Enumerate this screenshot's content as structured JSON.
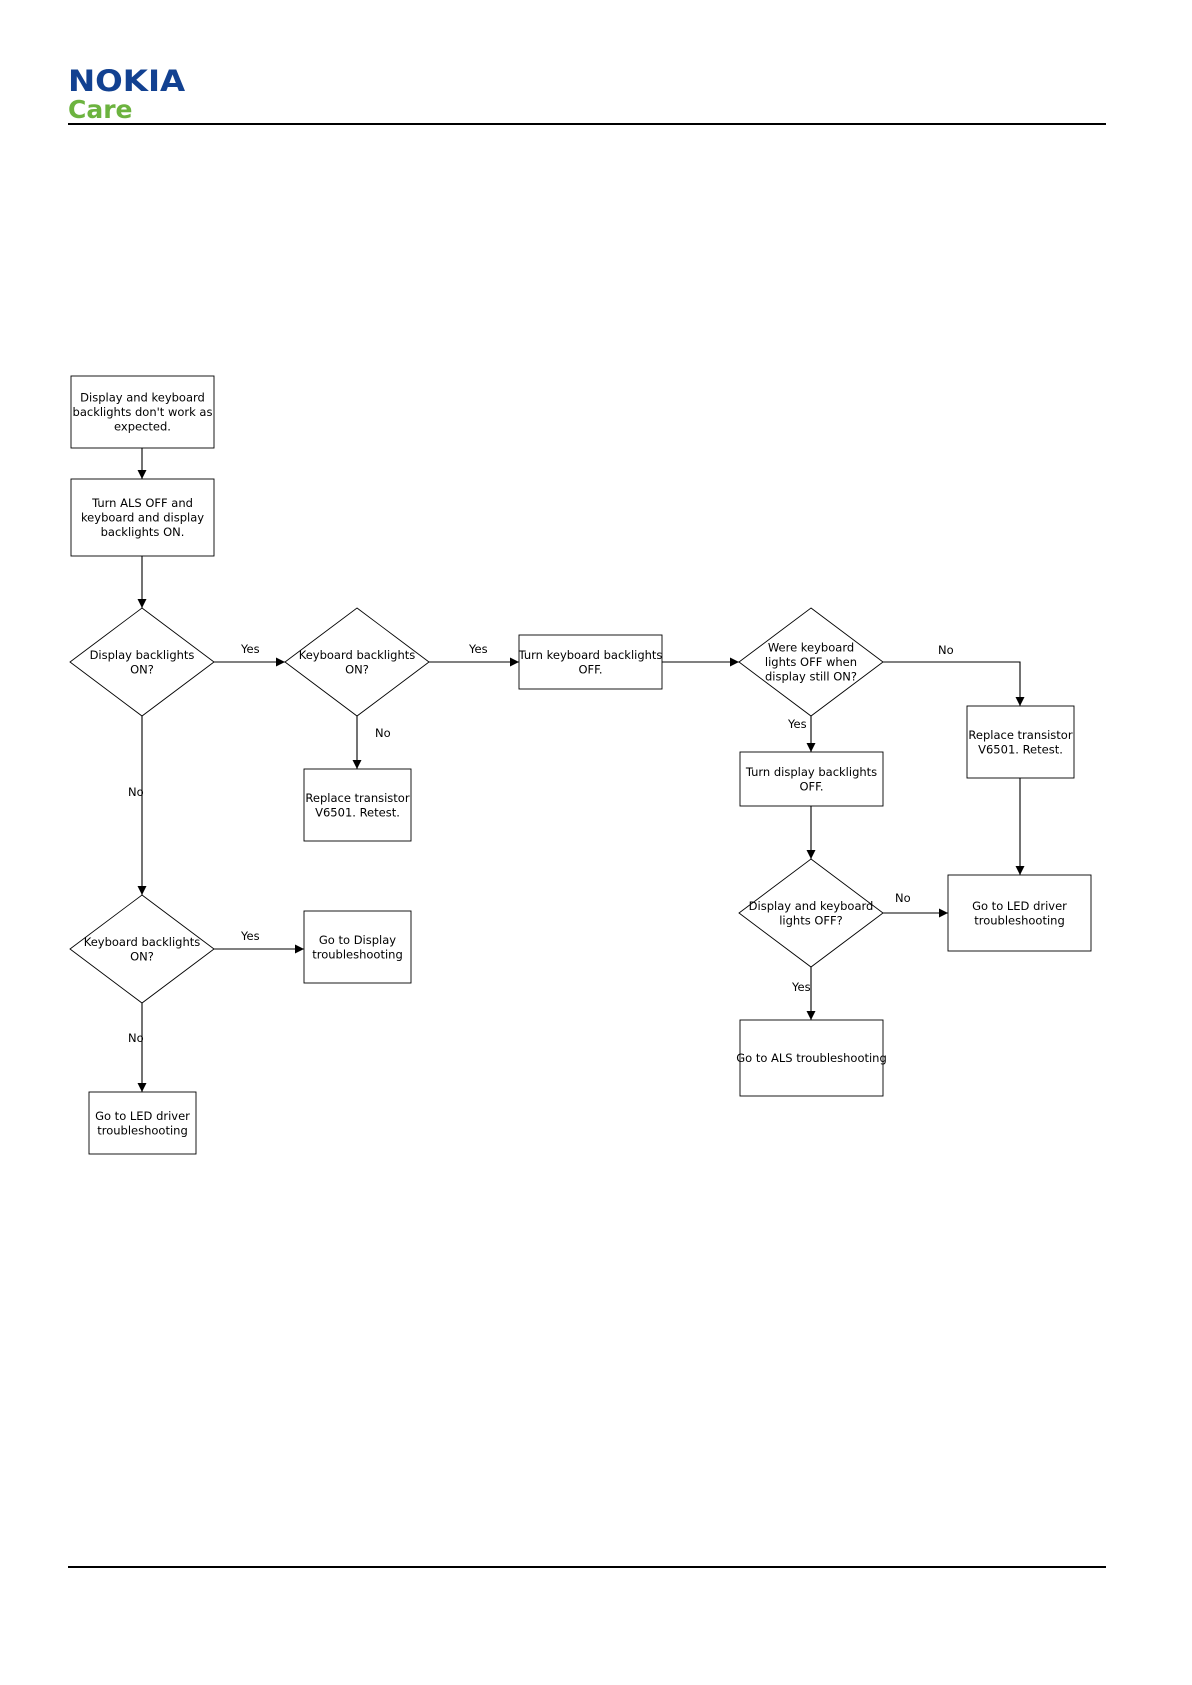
{
  "header": {
    "brand": "NOKIA",
    "sub_brand": "Care",
    "brand_color": "#124191",
    "sub_brand_color": "#6cb33f"
  },
  "flowchart": {
    "nodes": [
      {
        "id": "start",
        "shape": "box",
        "lines": [
          "Display and keyboard",
          "backlights don't work as",
          "expected."
        ]
      },
      {
        "id": "turn-als-off",
        "shape": "box",
        "lines": [
          "Turn ALS OFF and",
          "keyboard and display",
          "backlights ON."
        ]
      },
      {
        "id": "display-on",
        "shape": "diamond",
        "lines": [
          "Display backlights",
          "ON?"
        ]
      },
      {
        "id": "kbd-on-1",
        "shape": "diamond",
        "lines": [
          "Keyboard backlights",
          "ON?"
        ]
      },
      {
        "id": "kbd-off-step",
        "shape": "box",
        "lines": [
          "Turn keyboard backlights",
          "OFF."
        ]
      },
      {
        "id": "were-kbd-off",
        "shape": "diamond",
        "lines": [
          "Were keyboard",
          "lights OFF when",
          "display still ON?"
        ]
      },
      {
        "id": "replace-v6501-right",
        "shape": "box",
        "lines": [
          "Replace transistor",
          "V6501. Retest."
        ]
      },
      {
        "id": "replace-v6501-mid",
        "shape": "box",
        "lines": [
          "Replace transistor",
          "V6501. Retest."
        ]
      },
      {
        "id": "disp-off-step",
        "shape": "box",
        "lines": [
          "Turn display backlights",
          "OFF."
        ]
      },
      {
        "id": "both-off",
        "shape": "diamond",
        "lines": [
          "Display and keyboard",
          "lights OFF?"
        ]
      },
      {
        "id": "led-driver-right",
        "shape": "box",
        "lines": [
          "Go to LED driver",
          "troubleshooting"
        ]
      },
      {
        "id": "als-ts",
        "shape": "box",
        "lines": [
          "Go to ALS troubleshooting"
        ]
      },
      {
        "id": "kbd-on-2",
        "shape": "diamond",
        "lines": [
          "Keyboard backlights",
          "ON?"
        ]
      },
      {
        "id": "display-ts",
        "shape": "box",
        "lines": [
          "Go to Display",
          "troubleshooting"
        ]
      },
      {
        "id": "led-driver-left",
        "shape": "box",
        "lines": [
          "Go to LED driver",
          "troubleshooting"
        ]
      }
    ],
    "edges": [
      {
        "id": "e1",
        "from": "start",
        "to": "turn-als-off",
        "label": ""
      },
      {
        "id": "e2",
        "from": "turn-als-off",
        "to": "display-on",
        "label": ""
      },
      {
        "id": "e3",
        "from": "display-on",
        "to": "kbd-on-1",
        "label": "Yes"
      },
      {
        "id": "e4",
        "from": "kbd-on-1",
        "to": "kbd-off-step",
        "label": "Yes"
      },
      {
        "id": "e5",
        "from": "kbd-off-step",
        "to": "were-kbd-off",
        "label": ""
      },
      {
        "id": "e6",
        "from": "were-kbd-off",
        "to": "replace-v6501-right",
        "label": "No"
      },
      {
        "id": "e7",
        "from": "kbd-on-1",
        "to": "replace-v6501-mid",
        "label": "No"
      },
      {
        "id": "e8",
        "from": "were-kbd-off",
        "to": "disp-off-step",
        "label": "Yes"
      },
      {
        "id": "e9",
        "from": "disp-off-step",
        "to": "both-off",
        "label": ""
      },
      {
        "id": "e10",
        "from": "replace-v6501-right",
        "to": "led-driver-right",
        "label": ""
      },
      {
        "id": "e11",
        "from": "both-off",
        "to": "led-driver-right",
        "label": "No"
      },
      {
        "id": "e12",
        "from": "both-off",
        "to": "als-ts",
        "label": "Yes"
      },
      {
        "id": "e13",
        "from": "display-on",
        "to": "kbd-on-2",
        "label": "No"
      },
      {
        "id": "e14",
        "from": "kbd-on-2",
        "to": "display-ts",
        "label": "Yes"
      },
      {
        "id": "e15",
        "from": "kbd-on-2",
        "to": "led-driver-left",
        "label": "No"
      }
    ]
  }
}
